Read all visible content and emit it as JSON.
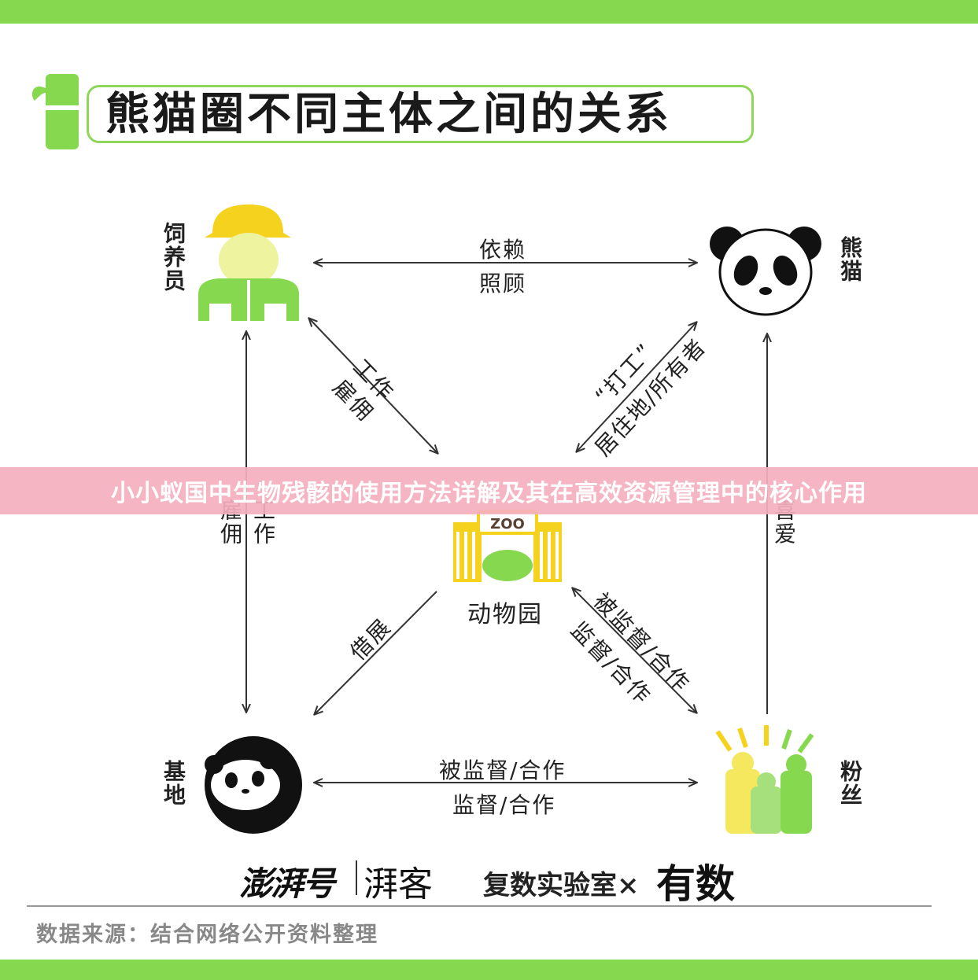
{
  "title": "熊猫圈不同主体之间的关系",
  "nodes": {
    "keeper": "饲养员",
    "panda": "熊猫",
    "zoo": "动物园",
    "zoo_sign": "ZOO",
    "base": "基地",
    "fans": "粉丝"
  },
  "edges": {
    "keeper_panda_top": "依赖",
    "keeper_panda_bottom": "照顾",
    "keeper_zoo_a": "工作",
    "keeper_zoo_b": "雇佣",
    "panda_zoo_a": "“打工”",
    "panda_zoo_b": "居住地/所有者",
    "keeper_base_a": "雇佣",
    "keeper_base_b": "工作",
    "fans_panda": "喜爱",
    "zoo_base": "借展",
    "zoo_fans_a": "被监督/合作",
    "zoo_fans_b": "监督/合作",
    "base_fans_top": "被监督/合作",
    "base_fans_bottom": "监督/合作"
  },
  "banner": "小小蚁国中生物残骸的使用方法详解及其在高效资源管理中的核心作用",
  "logos": {
    "pengpai": "澎湃号",
    "paike": "湃客",
    "lab": "复数实验室×",
    "shu": "有数"
  },
  "footer": "数据来源：结合网络公开资料整理",
  "colors": {
    "green": "#86d84f",
    "light_green": "#a6e07c",
    "yellow": "#f5d21e",
    "pink_banner": "#f5afbe"
  }
}
